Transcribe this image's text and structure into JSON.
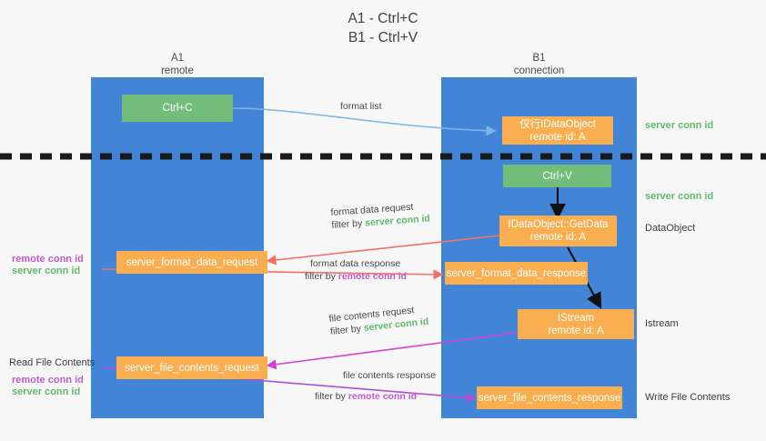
{
  "title": {
    "line1": "A1 - Ctrl+C",
    "line2": "B1 - Ctrl+V"
  },
  "columns": [
    {
      "id": "a1",
      "name": "A1",
      "sub": "remote"
    },
    {
      "id": "b1",
      "name": "B1",
      "sub": "connection"
    }
  ],
  "boxes": {
    "ctrl_c": {
      "line1": "Ctrl+C",
      "line2": "",
      "color": "#72bd79"
    },
    "ctrl_v": {
      "line1": "Ctrl+V",
      "line2": "",
      "color": "#72bd79"
    },
    "idataobject": {
      "line1": "仅行IDataObject",
      "line2": "remote id: A",
      "color": "#fbae4f"
    },
    "getdata": {
      "line1": "IDataObject::GetData",
      "line2": "remote id: A",
      "color": "#fbae4f"
    },
    "istream": {
      "line1": "IStream",
      "line2": "remote id: A",
      "color": "#fbae4f"
    },
    "fmt_req": {
      "line1": "server_format_data_request",
      "line2": "",
      "color": "#fbae4f"
    },
    "fmt_res": {
      "line1": "server_format_data_response",
      "line2": "",
      "color": "#fbae4f"
    },
    "file_req": {
      "line1": "server_file_contents_request",
      "line2": "",
      "color": "#fbae4f"
    },
    "file_res": {
      "line1": "server_file_contents_response",
      "line2": "",
      "color": "#fbae4f"
    }
  },
  "right_labels": {
    "server_conn_1": "server conn id",
    "server_conn_2": "server conn id",
    "dataobject": "DataObject",
    "istream": "Istream",
    "write_file_contents": "Write File Contents"
  },
  "left_labels": {
    "remote_conn_1": "remote conn id",
    "server_conn_1": "server conn id",
    "read_file_contents": "Read File Contents",
    "remote_conn_2": "remote conn id",
    "server_conn_2": "server conn id"
  },
  "arrow_labels": {
    "format_list": "format list",
    "format_data_request": "format data request",
    "format_data_request_filter_pre": "filter by ",
    "format_data_request_filter_key": "server conn id",
    "format_data_response": "format data response",
    "format_data_response_filter_pre": "filter by ",
    "format_data_response_filter_key": "remote conn id",
    "file_contents_request": "file contents request",
    "file_contents_request_filter_pre": "filter by ",
    "file_contents_request_filter_key": "server conn id",
    "file_contents_response": "file contents response",
    "file_contents_response_filter_pre": "filter by ",
    "file_contents_response_filter_key": "remote conn id"
  },
  "colors": {
    "lane": "#4285d6",
    "green_box": "#72bd79",
    "orange_box": "#fbae4f",
    "server_conn": "#5fba6a",
    "remote_conn": "#c45ad0",
    "arrow_blue": "#7fb6e8",
    "arrow_red": "#f07168",
    "arrow_magenta": "#d83fd8",
    "arrow_purple": "#b14fd8",
    "arrow_black": "#111111",
    "divider": "#1a1a1a",
    "background": "#f7f7f7"
  }
}
